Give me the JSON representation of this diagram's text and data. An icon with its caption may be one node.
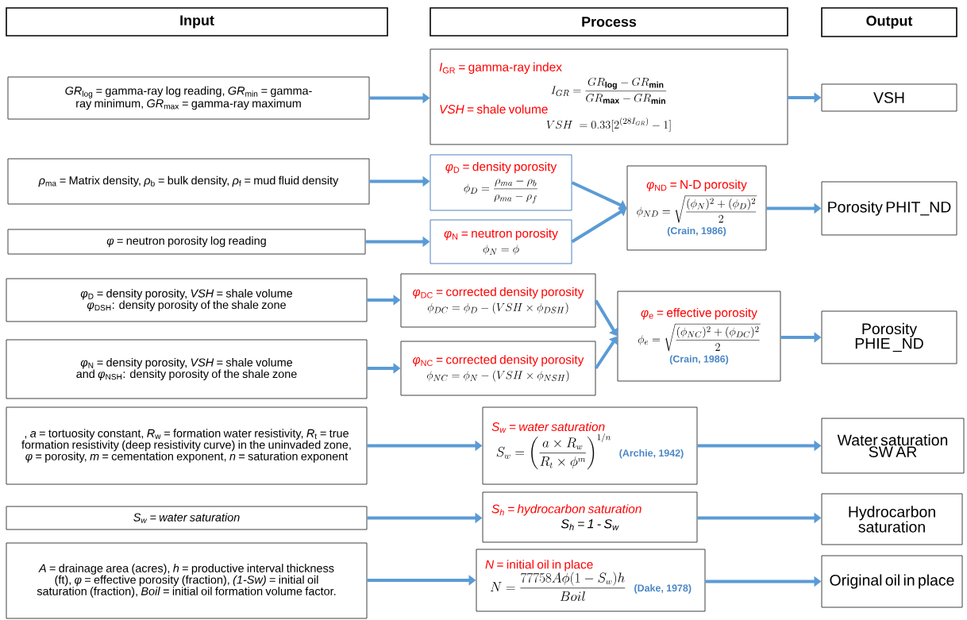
{
  "diagram": {
    "nodes": [
      {
        "text": [
          "Input"
        ]
      },
      {
        "text": [
          "Process"
        ]
      },
      {
        "text": [
          "Output"
        ]
      },
      {
        "text": [
          "*GR*$_{log}$ = gamma-ray log reading,  *GR*$_{min}$ = gamma-ray minimum, *GR*$_{max}$ = gamma-ray maximum"
        ]
      },
      {
        "text": [
          "*I*$_{GR}$ = gamma-ray index",
          "I_{GR} = \\frac{GR_{\\mathbf{log}} - GR_{\\mathbf{min}}}{GR_{\\mathbf{max}} - GR_{\\mathbf{min}}}",
          "*VSH* = shale volume",
          "VSH \\;= 0.33[2^{(28 I_{GR})} - 1]"
        ]
      },
      {
        "text": [
          "VSH"
        ]
      },
      {
        "text": [
          "*ρ*$_{ma}$ = Matrix density, *ρ*$_{b}$ = bulk density, *ρ*$_{f}$ = mud fluid density"
        ]
      },
      {
        "text": [
          "*φ*$_{D}$ = density porosity",
          "\\phi_D = \\frac{\\rho_{ma} - \\rho_b}{\\rho_{ma} - \\rho_f}"
        ]
      },
      {
        "text": [
          "*φ* = neutron porosity log reading"
        ]
      },
      {
        "text": [
          "*φ*$_{N}$ = neutron porosity",
          "\\phi_N = \\phi"
        ]
      },
      {
        "text": [
          "*φ*$_{ND}$ = N-D porosity",
          "\\phi_{ND} = \\sqrt{\\frac{(\\phi_N)^2 + (\\phi_D)^2}{2}}",
          "(Crain, 1986)"
        ]
      },
      {
        "text": [
          "Porosity PHIT_ND"
        ]
      },
      {
        "text": [
          "*φ*$_{D}$ = density porosity, *VSH* = shale volume *φ*$_{DSH}$:  density porosity of the shale zone"
        ]
      },
      {
        "text": [
          "*φ*$_{DC}$ = corrected density porosity",
          "\\phi_{DC} = \\phi_D - (VSH \\times \\phi_{DSH})"
        ]
      },
      {
        "text": [
          "*φ*$_{N}$ = density porosity, *VSH* = shale volume and *φ*$_{NSH}$: density porosity of the shale zone"
        ]
      },
      {
        "text": [
          "*φ*$_{NC}$ = corrected density porosity",
          "\\phi_{NC} = \\phi_N - (VSH \\times \\phi_{NSH})"
        ]
      },
      {
        "text": [
          "*φ*$_{e}$ = effective porosity",
          "\\phi_e = \\sqrt{\\frac{(\\phi_{NC})^2 + (\\phi_{DC})^2}{2}}",
          "(Crain, 1986)"
        ]
      },
      {
        "text": [
          "Porosity PHIE _ND"
        ]
      },
      {
        "text": [
          ", *a* = tortuosity constant, *R*$_{w}$ = formation water resistivity, *R*$_{t}$ = true formation resistivity (deep resistivity curve) in the uninvaded zone, *φ* = porosity, *m* = cementation exponent, *n* = saturation exponent"
        ]
      },
      {
        "text": [
          "S$_{w}$ = water saturation",
          "S_w = \\left(\\frac{a \\times R_w}{R_t \\times \\phi^m}\\right)^{1/n}",
          "(Archie, 1942)"
        ]
      },
      {
        "text": [
          "Water saturation SW AR"
        ]
      },
      {
        "text": [
          "S$_{w}$ = water saturation"
        ]
      },
      {
        "text": [
          "S$_{h}$ = hydrocarbon saturation",
          "S$_{h}$ = 1 - S$_{w}$"
        ]
      },
      {
        "text": [
          "Hydrocarbon saturation"
        ]
      },
      {
        "text": [
          "*A* = drainage area (acres), *h* = productive interval thickness (ft), *φ* = effective porosity (fraction), *(1-Sw)* = initial oil saturation (fraction), *Boil* = initial oil formation volume factor."
        ]
      },
      {
        "text": [
          "*N* = initial oil in place",
          "N = \\frac{77758 A \\phi (1 - S_w) h}{Boil}",
          "(Dake, 1978)"
        ]
      },
      {
        "text": [
          "Original oil in place"
        ]
      }
    ],
    "edges": [
      {
        "from": 3,
        "to": 4,
        "arrow": "to"
      },
      {
        "from": 4,
        "to": 5,
        "arrow": "to"
      },
      {
        "from": 6,
        "to": 7,
        "arrow": "to"
      },
      {
        "from": 8,
        "to": 9,
        "arrow": "to"
      },
      {
        "from": 7,
        "to": 10,
        "arrow": "to"
      },
      {
        "from": 9,
        "to": 10,
        "arrow": "to"
      },
      {
        "from": 10,
        "to": 11,
        "arrow": "to"
      },
      {
        "from": 12,
        "to": 13,
        "arrow": "to"
      },
      {
        "from": 14,
        "to": 15,
        "arrow": "to"
      },
      {
        "from": 13,
        "to": 16,
        "arrow": "to"
      },
      {
        "from": 15,
        "to": 16,
        "arrow": "to"
      },
      {
        "from": 16,
        "to": 17,
        "arrow": "to"
      },
      {
        "from": 18,
        "to": 19,
        "arrow": "to"
      },
      {
        "from": 19,
        "to": 20,
        "arrow": "to"
      },
      {
        "from": 21,
        "to": 22,
        "arrow": "to"
      },
      {
        "from": 22,
        "to": 23,
        "arrow": "to"
      },
      {
        "from": 24,
        "to": 25,
        "arrow": "to"
      },
      {
        "from": 25,
        "to": 26,
        "arrow": "to"
      }
    ]
  }
}
